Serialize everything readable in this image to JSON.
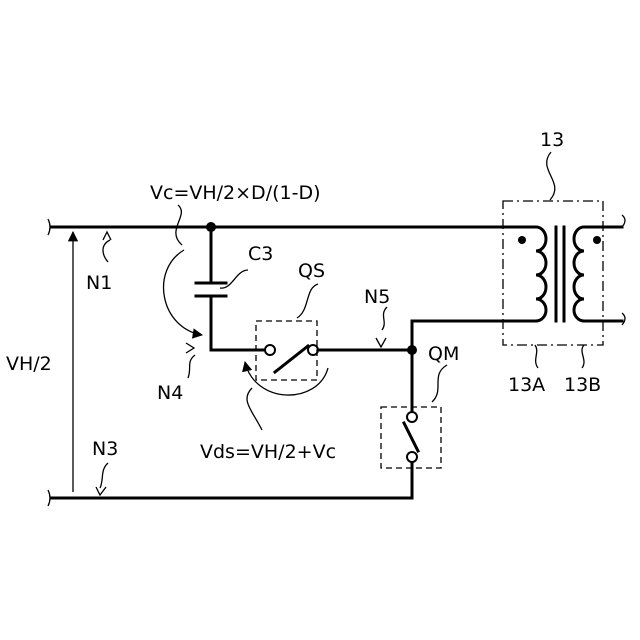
{
  "labels": {
    "transformer": "13",
    "capacitor_voltage": "Vc=VH/2×D/(1-D)",
    "capacitor": "C3",
    "switch_qs": "QS",
    "node_n5": "N5",
    "node_n1": "N1",
    "switch_qm": "QM",
    "input_voltage": "VH/2",
    "node_n4": "N4",
    "winding_a": "13A",
    "winding_b": "13B",
    "node_n3": "N3",
    "switch_voltage": "Vds=VH/2+Vc"
  }
}
